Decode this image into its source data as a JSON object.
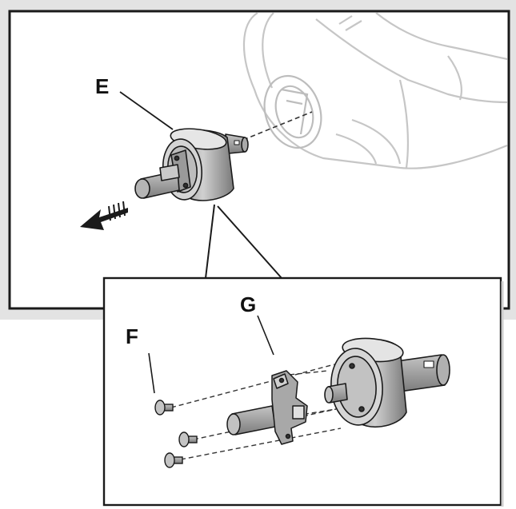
{
  "labels": {
    "e": "E",
    "f": "F",
    "g": "G"
  },
  "colors": {
    "outline": "#1a1a1a",
    "part_light": "#d9d9d9",
    "part_mid": "#9e9e9e",
    "part_dark": "#6a6a6a",
    "machine_outline": "#c8c8c8",
    "background_band": "#e2e2e2"
  }
}
